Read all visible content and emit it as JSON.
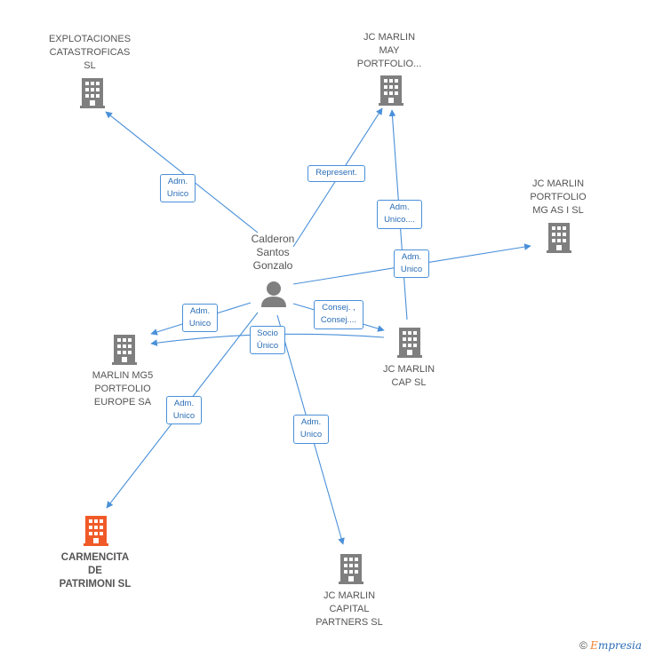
{
  "person": {
    "name": "Calderon\nSantos\nGonzalo"
  },
  "companies": {
    "explotaciones": "EXPLOTACIONES\nCATASTROFICAS\nSL",
    "jc_may": "JC MARLIN\nMAY\nPORTFOLIO...",
    "jc_mg_as": "JC MARLIN\nPORTFOLIO\nMG AS I  SL",
    "mg5": "MARLIN MG5\nPORTFOLIO\nEUROPE SA",
    "jc_cap": "JC MARLIN\nCAP  SL",
    "carmencita": "CARMENCITA\nDE\nPATRIMONI  SL",
    "jc_capital": "JC MARLIN\nCAPITAL\nPARTNERS  SL"
  },
  "relations": {
    "explotaciones": "Adm.\nUnico",
    "jc_may_represent": "Represent.",
    "jc_may_cap": "Adm.\nUnico....",
    "jc_mg_as": "Adm.\nUnico",
    "mg5": "Adm.\nUnico",
    "consej": "Consej. ,\nConsej....",
    "socio": "Socio\nÚnico",
    "carmencita": "Adm.\nUnico",
    "jc_capital": "Adm.\nUnico"
  },
  "colors": {
    "edge": "#4a90d9",
    "building": "#7f7f7f",
    "highlight": "#f05a28",
    "person": "#7f7f7f"
  },
  "icons": {
    "company": "building-icon",
    "person": "person-icon"
  },
  "footer": {
    "copyright": "©",
    "brand_e": "E",
    "brand_rest": "mpresia"
  }
}
